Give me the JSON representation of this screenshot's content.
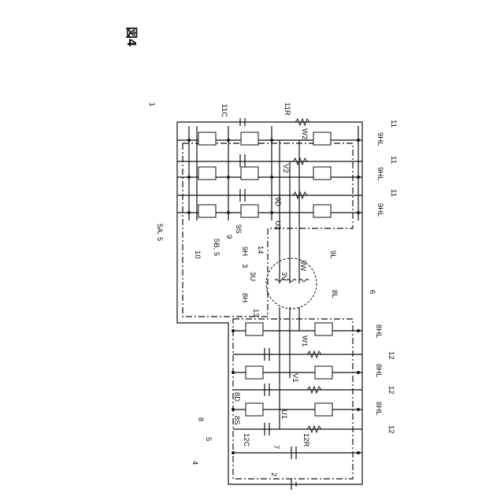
{
  "figure": {
    "title": "図4"
  },
  "labels": {
    "l1": "1",
    "l11C": "11C",
    "l11R": "11R",
    "l11a": "11",
    "l11b": "11",
    "l11c": "11",
    "l9HLa": "9HL",
    "l9HLb": "9HL",
    "l9HLc": "9HL",
    "lW2": "W2",
    "lV2": "V2",
    "l9D": "9D",
    "lU2": "U2",
    "l5A5": "5A, 5",
    "l10": "10",
    "l5B5": "5B, 5",
    "l9": "9",
    "l9S": "9S",
    "l9H": "9H",
    "l14": "14",
    "l9L": "9L",
    "l3": "3",
    "l3U": "3U",
    "l3V": "3V",
    "l3W": "3W",
    "l8H": "8H",
    "l13": "13",
    "l8L": "8L",
    "l6": "6",
    "lW1": "W1",
    "lV1": "V1",
    "lU1": "U1",
    "l8HLa": "8HL",
    "l8HLb": "8HL",
    "l8HLc": "8HL",
    "l12a": "12",
    "l12b": "12",
    "l12c": "12",
    "l8": "8",
    "l8D": "8D",
    "l8S": "8S",
    "l12C": "12C",
    "l12R": "12R",
    "l5": "5",
    "l7": "7",
    "l4": "4",
    "l2": "2"
  }
}
